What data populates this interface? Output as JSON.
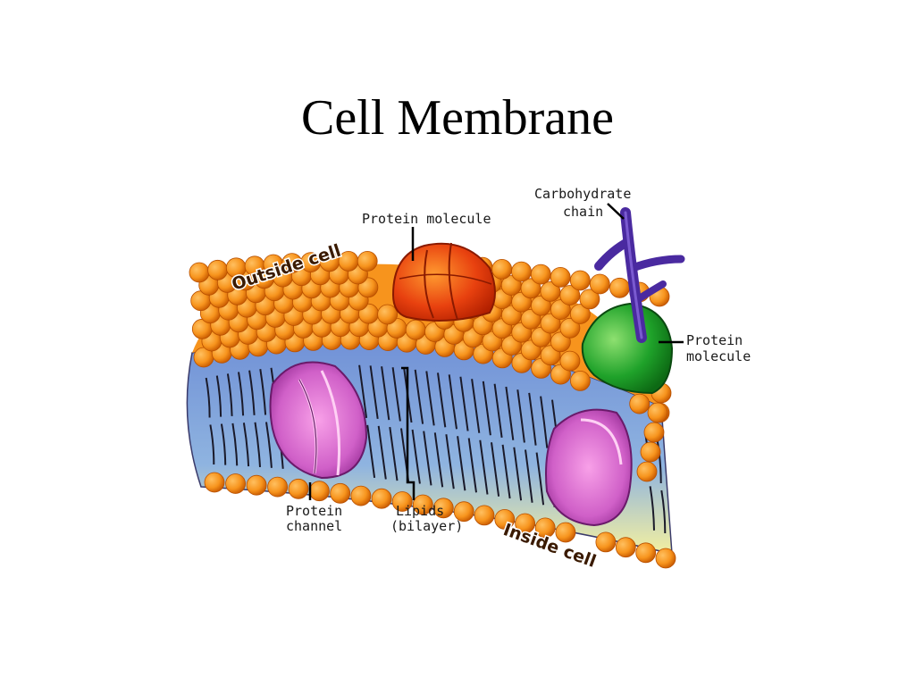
{
  "title": "Cell Membrane",
  "labels": {
    "protein_molecule_top": "Protein molecule",
    "carbohydrate_line1": "Carbohydrate",
    "carbohydrate_line2": "chain",
    "protein_molecule_right_line1": "Protein",
    "protein_molecule_right_line2": "molecule",
    "protein_channel_line1": "Protein",
    "protein_channel_line2": "channel",
    "lipids_line1": "Lipids",
    "lipids_line2": "(bilayer)",
    "outside_cell": "Outside cell",
    "inside_cell": "Inside cell"
  },
  "colors": {
    "lipid_head": "#f7941d",
    "lipid_head_dark": "#c85a00",
    "membrane_top": "#6f8fd6",
    "membrane_bottom": "#f4f0a0",
    "protein_orange": "#e8410f",
    "protein_green": "#1fa22a",
    "protein_channel": "#c14fb8",
    "carbohydrate": "#4a2aa0"
  }
}
